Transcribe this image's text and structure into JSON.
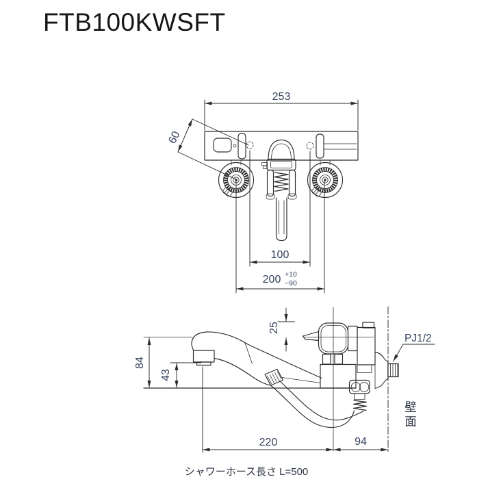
{
  "title": "FTB100KWSFT",
  "top_view": {
    "dim_total_width": "253",
    "dim_handle_offset": "60",
    "dim_mount_holes": "100",
    "dim_pipe_pitch": "200",
    "dim_pipe_pitch_tol_plus": "+10",
    "dim_pipe_pitch_tol_minus": "−90"
  },
  "side_view": {
    "dim_handle_top": "25",
    "dim_body_height": "84",
    "dim_outlet_height": "43",
    "dim_spout_reach": "220",
    "dim_wall_offset": "94",
    "thread_label": "PJ1/2",
    "wall_label_char1": "壁",
    "wall_label_char2": "面",
    "hose_note": "シャワーホース長さ L=500"
  }
}
